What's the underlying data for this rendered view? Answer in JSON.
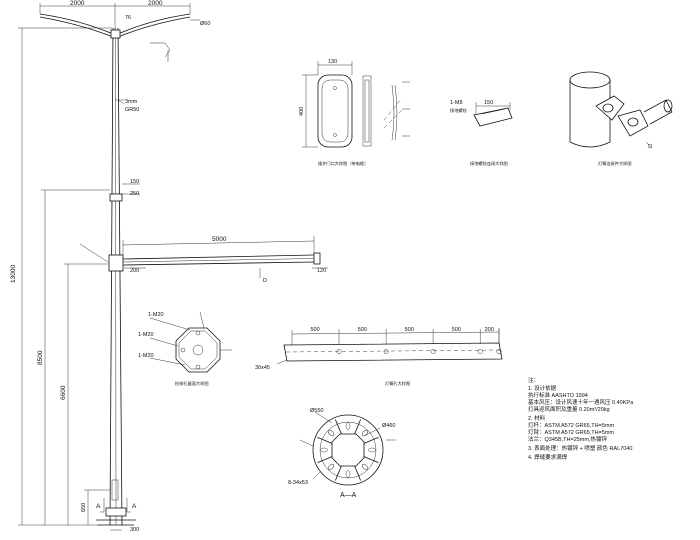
{
  "dims": {
    "arm_left": "2000",
    "arm_right": "2000",
    "arm_center": "76",
    "top_dia": "Ø60",
    "plate_3mm": "3mm",
    "plate_gr": "GR50",
    "seg_150": "150",
    "seg_250": "250",
    "bracket_5000": "5000",
    "bracket_120": "120",
    "bracket_200": "200",
    "total_13000": "13000",
    "h_8500": "8500",
    "h_6600": "6600",
    "h_650": "650",
    "base_300": "300",
    "section_a": "A",
    "door_130": "130",
    "door_400": "400",
    "bolt_m8": "1-M8",
    "bolt_150": "150",
    "ref_d": "D"
  },
  "octagon": {
    "m20_a": "1-M20",
    "m20_b": "1-M20",
    "m20_c": "1-M20"
  },
  "hole_strip": {
    "spacing": [
      "500",
      "500",
      "500",
      "500",
      "200"
    ],
    "chamfer": "30x45"
  },
  "flange": {
    "dia_outer": "Ø550",
    "dia_bolt": "Ø460",
    "holes": "8-34x53",
    "caption": "A—A"
  },
  "notes": {
    "title": "注：",
    "lines": [
      "1. 设计依据",
      "   执行标准 AASHTO 1994",
      "   基本风压：设计风速十年一遇风压 0.40KPa",
      "   灯具迎风面积及重量 0.20m²/20kg",
      "2. 材料",
      "   灯杆：ASTM A572 GR65,TH=5mm",
      "   灯臂：ASTM A572 GR65,TH=5mm",
      "   法兰：Q345B,TH=25mm,热镀锌",
      "3. 表面处理：热镀锌 + 喷塑 颜色 RAL7040",
      "4. 焊缝要求满焊"
    ]
  },
  "captions": {
    "door": "维护门口大样图（带电缆）",
    "bolt": "接地螺栓连接大样图",
    "lamp": "灯臂连接件大样图",
    "octagon": "检修孔截面大样图",
    "strip": "灯臂孔大样图"
  }
}
